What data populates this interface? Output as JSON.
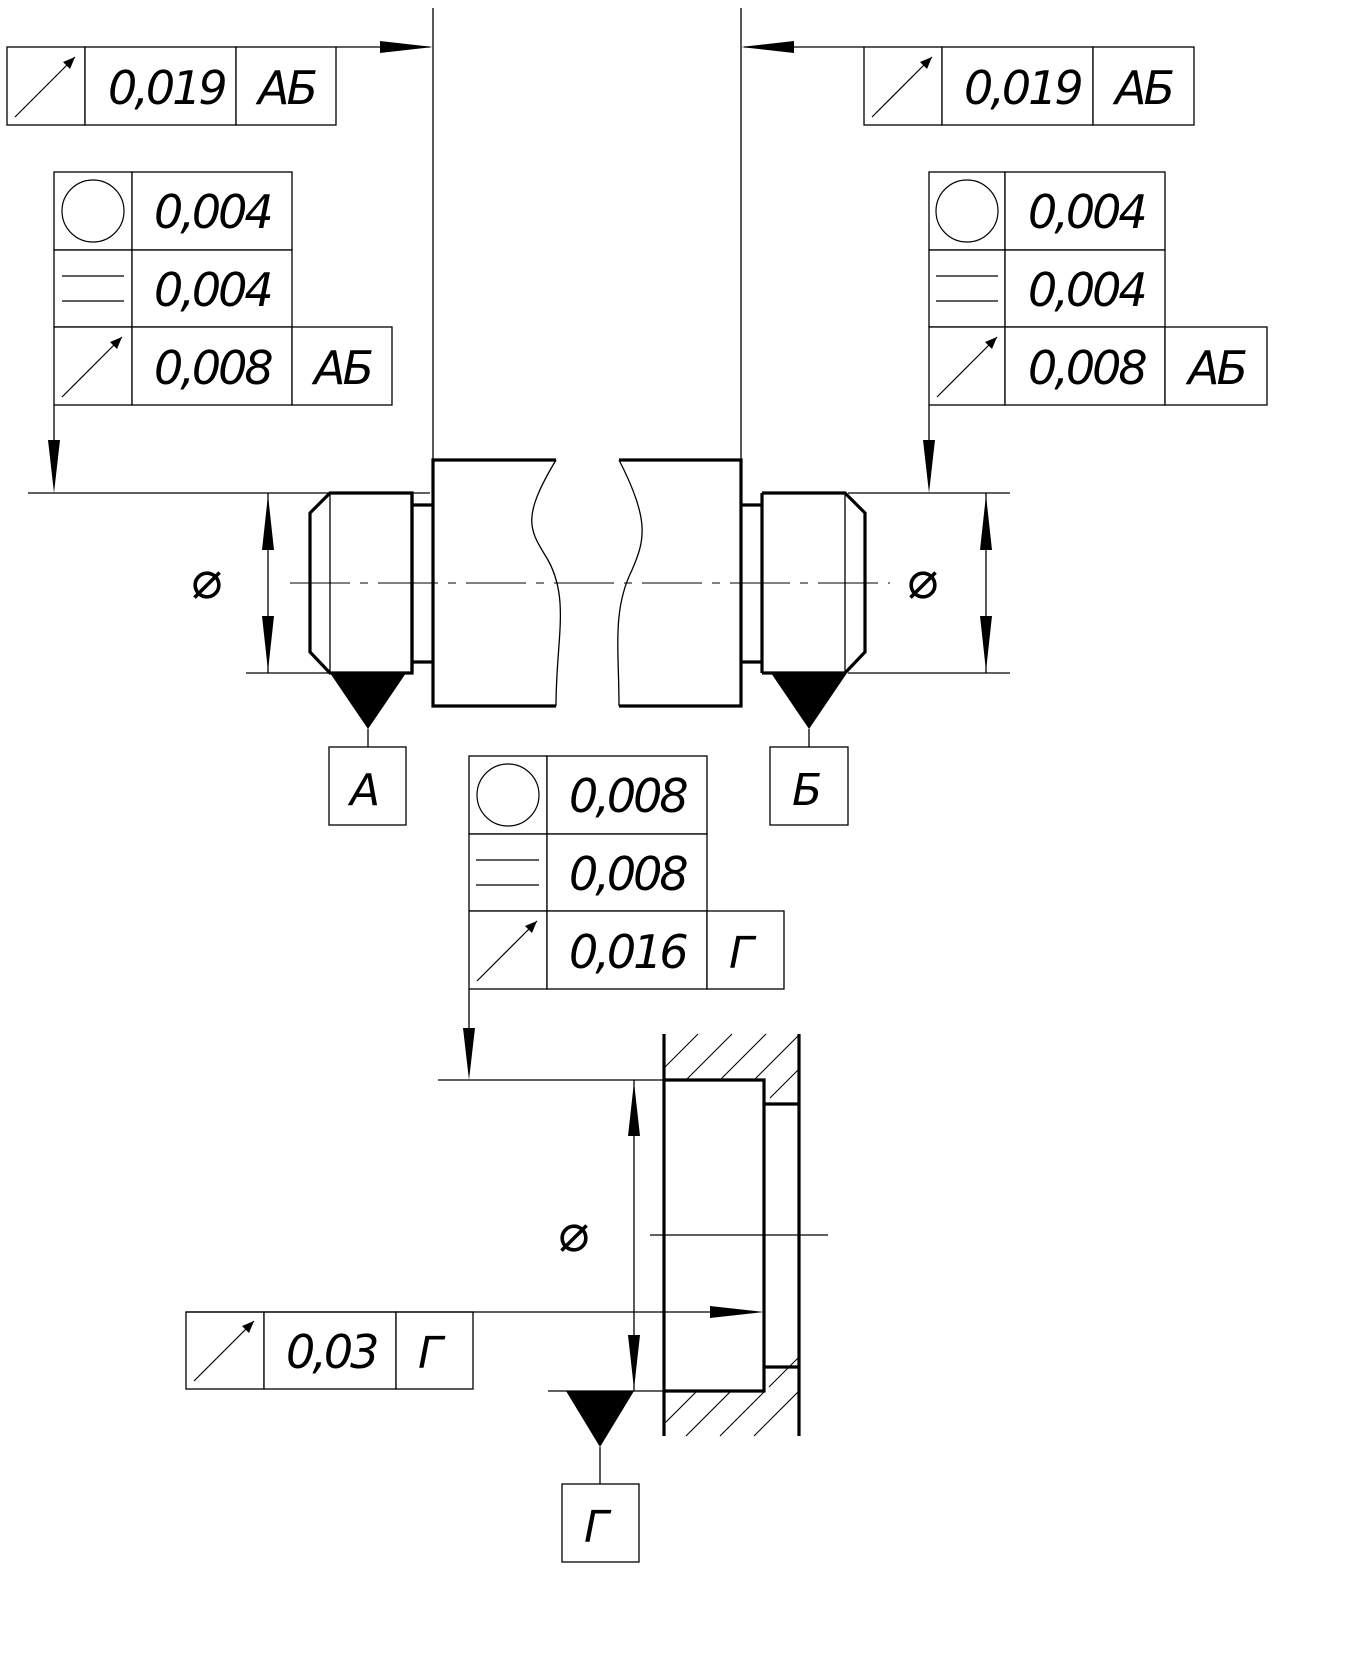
{
  "symbols": {
    "circularity": "circle-icon",
    "cylindricity": "parallel-lines-icon",
    "runout": "runout-arrow-icon",
    "diameter": "diameter-icon"
  },
  "fcf_top_left": {
    "value": "0,019",
    "datum": "АБ"
  },
  "fcf_top_right": {
    "value": "0,019",
    "datum": "АБ"
  },
  "fcf_mid_left": {
    "roundness": "0,004",
    "cylindricity": "0,004",
    "runout": "0,008",
    "datum": "АБ"
  },
  "fcf_mid_right": {
    "roundness": "0,004",
    "cylindricity": "0,004",
    "runout": "0,008",
    "datum": "АБ"
  },
  "fcf_center": {
    "roundness": "0,008",
    "cylindricity": "0,008",
    "runout": "0,016",
    "datum": "Г"
  },
  "fcf_bottom": {
    "value": "0,03",
    "datum": "Г"
  },
  "datum_labels": {
    "a": "А",
    "b": "Б",
    "g": "Г"
  },
  "diameter_symbol": "⌀"
}
